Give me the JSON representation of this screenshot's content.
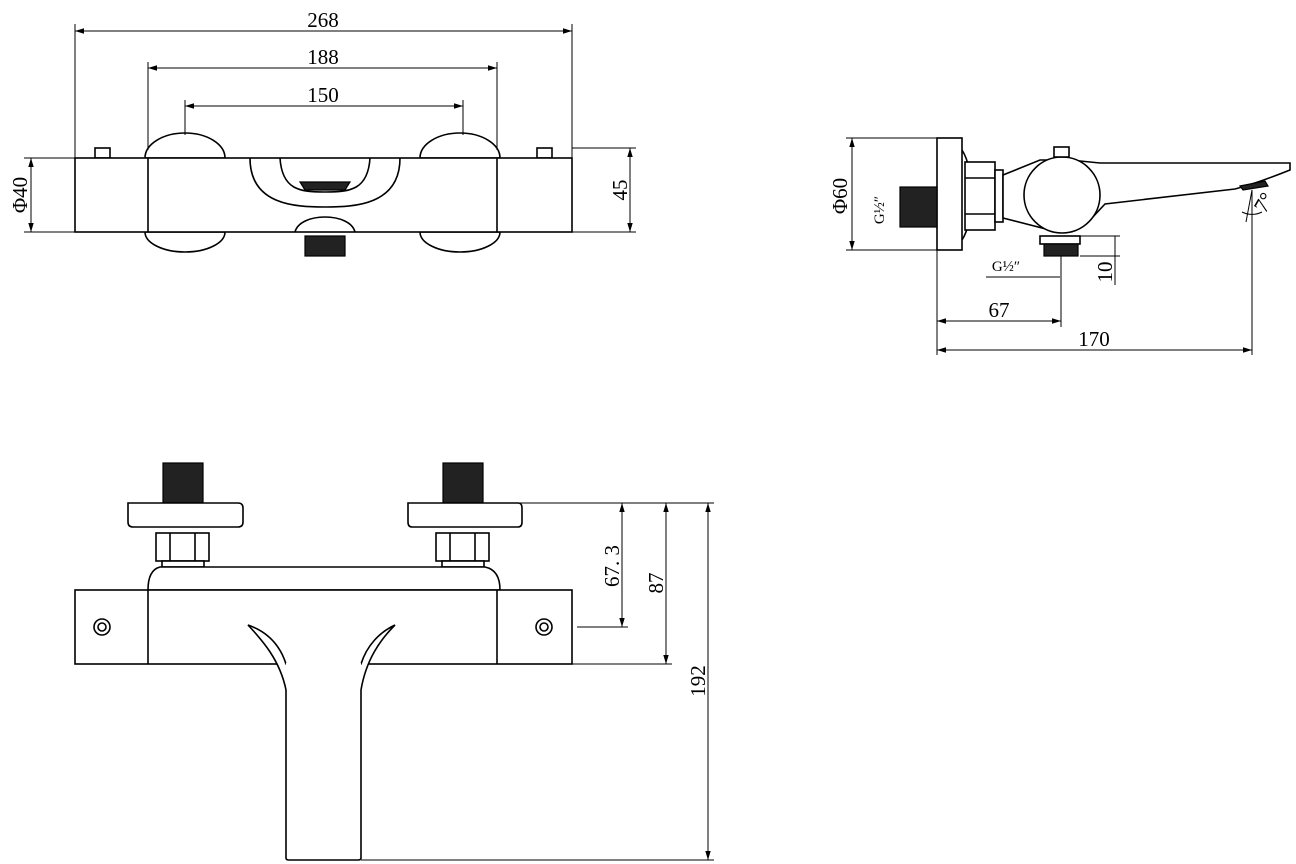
{
  "drawing": {
    "front_view": {
      "overall_width": "268",
      "handle_centres": "188",
      "inlet_centres": "150",
      "body_diameter": "Φ40",
      "body_depth": "45"
    },
    "side_view": {
      "flange_diameter": "Φ60",
      "inlet_thread": "G½″",
      "outlet_thread": "G½″",
      "outlet_height": "10",
      "outlet_offset": "67",
      "projection": "170",
      "spout_angle": "7°"
    },
    "top_view": {
      "inlet_to_axis": "67. 3",
      "body_to_wall": "87",
      "spout_reach": "192"
    }
  }
}
